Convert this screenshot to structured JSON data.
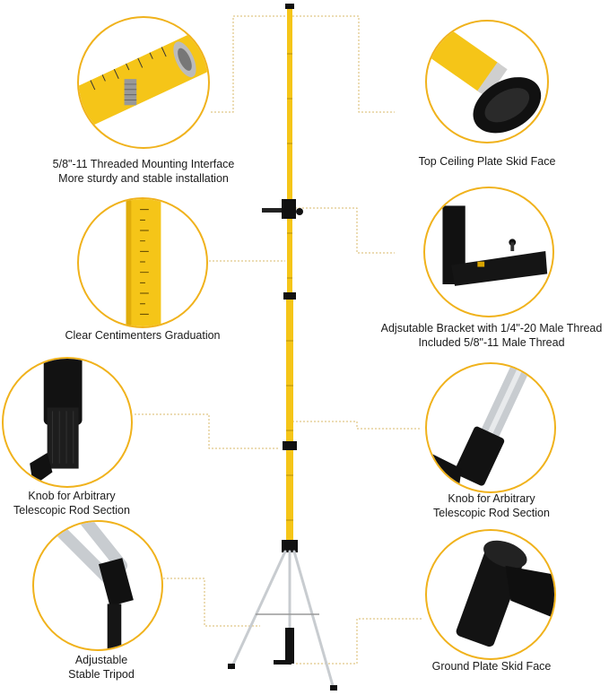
{
  "captions": {
    "threaded_interface": {
      "line1": "5/8\"-11 Threaded Mounting Interface",
      "line2": "More sturdy and stable installation"
    },
    "ceiling_plate": {
      "line1": "Top Ceiling Plate Skid Face"
    },
    "graduation": {
      "line1": "Clear Centimenters Graduation"
    },
    "bracket": {
      "line1": "Adjsutable Bracket with 1/4\"-20 Male Thread",
      "line2": "Included 5/8\"-11 Male Thread"
    },
    "knob_left": {
      "line1": "Knob for Arbitrary",
      "line2": "Telescopic Rod Section"
    },
    "knob_right": {
      "line1": "Knob for Arbitrary",
      "line2": "Telescopic Rod Section"
    },
    "tripod": {
      "line1": "Adjustable",
      "line2": "Stable Tripod"
    },
    "ground_plate": {
      "line1": "Ground Plate Skid Face"
    }
  },
  "colors": {
    "accent": "#f0b21c",
    "pole": "#f5c518",
    "rubber": "#111111",
    "aluminum": "#c8ccd0",
    "leader": "#d9b86a"
  }
}
